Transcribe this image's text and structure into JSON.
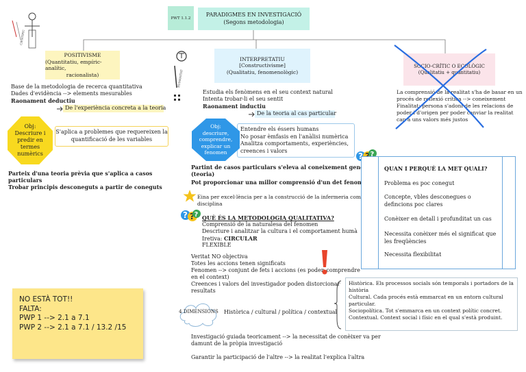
{
  "header": {
    "code": "PWT 1.1.2",
    "title_line1": "PARADIGMES EN INVESTIGACIÓ",
    "title_line2": "(Segons metodologia)"
  },
  "positivisme": {
    "title": "POSITIVISME",
    "subtitle_line1": "(Quantitatiu, empíric-analític,",
    "subtitle_line2": "racionalista)",
    "line1": "Base de la metodologia de recerca quantitativa",
    "line2": "Dades d'evidència --> elements mesurables",
    "line3": "Raonament deductiu",
    "direction": "De l'experiència concreta a la teoria",
    "obj_lines": [
      "Obj:",
      "Descriure i",
      "predir en",
      "termes",
      "numèrics"
    ],
    "apply_line1": "S'aplica a problemes que requereixen la",
    "apply_line2": "quantificació de les variables",
    "bottom_line1": "Parteix d'una teoria prèvia que s'aplica a casos",
    "bottom_line2": "particulars",
    "bottom_line3": "Trobar principis desconeguts a partir de coneguts"
  },
  "interpretatiu": {
    "title": "INTERPRETATIU",
    "sub1": "[Constructivisme]",
    "sub2": "(Qualitatiu, fenomenològic)",
    "line1": "Estudia els fenòmens en el seu context natural",
    "line2": "Intenta trobar-li el seu sentit",
    "line3": "Raonament inductiu",
    "direction": "De la teoria al cas particular",
    "obj_lines": [
      "Obj:",
      "descriure,",
      "comprendre,",
      "explicar un",
      "fenomen"
    ],
    "box_lines": [
      "Entendre els éssers humans",
      "No posar èmfasis en l'anàlisi numèrica",
      "Analitza comportaments, experiències,",
      "creences i valors"
    ],
    "bold1": "Partint de casos particulars s'eleva al coneixement general",
    "bold2": "(teoria)",
    "bold3": "Pot proporcionar una millor comprensió d'un det fenomen",
    "star_line1": "Eina per excel·lència per a la construcció de la infermeria com a",
    "star_line2": "disciplina",
    "q_title": "QUÈ ÉS LA METODOLOGIA QUALITATIVA?",
    "q_lines": [
      "Comprensió de la naturalesa del fenomen",
      "Descriure i analitzar la cultura i el comportament humà"
    ],
    "iterativa_prefix": "Iretiva: ",
    "iterativa_value": "CIRCULAR",
    "flexible": "FLEXIBLE",
    "list_lines": [
      "Veritat NO objectiva",
      "Totes les accions tenen significats",
      "Fenomen --> conjunt de fets i accions (es poden comprendre",
      "en el context)",
      "Creences i valors del investigador poden distorcionar",
      "resultats"
    ],
    "dim_label": "4 DIMENSIONS",
    "dim_text": "Històrica / cultural / política / contextual",
    "dim_box_lines": [
      "Històrica. Els processos socials són temporals i portadors de la",
      "història",
      "Cultural. Cada procés està emmarcat en un entorn cultural",
      "particular.",
      "Sociopolítica. Tot s'emmarca en un context polític concret.",
      "Contextual. Context social i físic en el qual s'està produint."
    ],
    "guided_line1": "Investigació guiada teoricament --> la necessitat de conèixer va per",
    "guided_line2": "damunt de la pròpia investigació",
    "guarantee": "Garantir la participació de l'altre --> la realitat l'explica l'altra"
  },
  "socio": {
    "title": "SOCIO-CRÍTIC O ECOLÒGIC",
    "subtitle": "(Qualitatiu + quantitatiu)",
    "lines": [
      "La comprensió de la realitat s'ha de basar en un",
      "procés de reflexió crítica --> coneixement",
      "Finalitat: persona s'adoni de les relacions de",
      "poder i d'origen per poder canviar la realitat",
      "cap a uns valors més justos"
    ]
  },
  "quali_box": {
    "title": "QUAN I PERQUÈ LA MET QUALI?",
    "items": [
      "Problema es poc conegut",
      "Concepte, vbles desconegues o defincions poc clares",
      "Conèixer en detall i profunditat un cas",
      "Necessita conèixer més el significat que les freqüències",
      "Necessita flexibilitat"
    ]
  },
  "sticky": {
    "line1": "NO ESTÀ TOT!!",
    "line2": "FALTA:",
    "line3": "PWP 1 --> 2.1 a 7.1",
    "line4": "PWP 2 --> 2.1 a 7.1 / 13.2 /15"
  },
  "colors": {
    "mint": "#b7ecd8",
    "yellow": "#fdf5bf",
    "lightblue": "#dff3fd",
    "pink": "#fbe4ea",
    "obj_yellow": "#f8d91f",
    "obj_blue": "#2f97e7",
    "cross_blue": "#2a6ee0",
    "sticky": "#fde68a"
  },
  "icons": [
    "doodle-person-icon",
    "question-marks-icon",
    "star-icon",
    "exclamation-icon",
    "cloud-icon"
  ]
}
